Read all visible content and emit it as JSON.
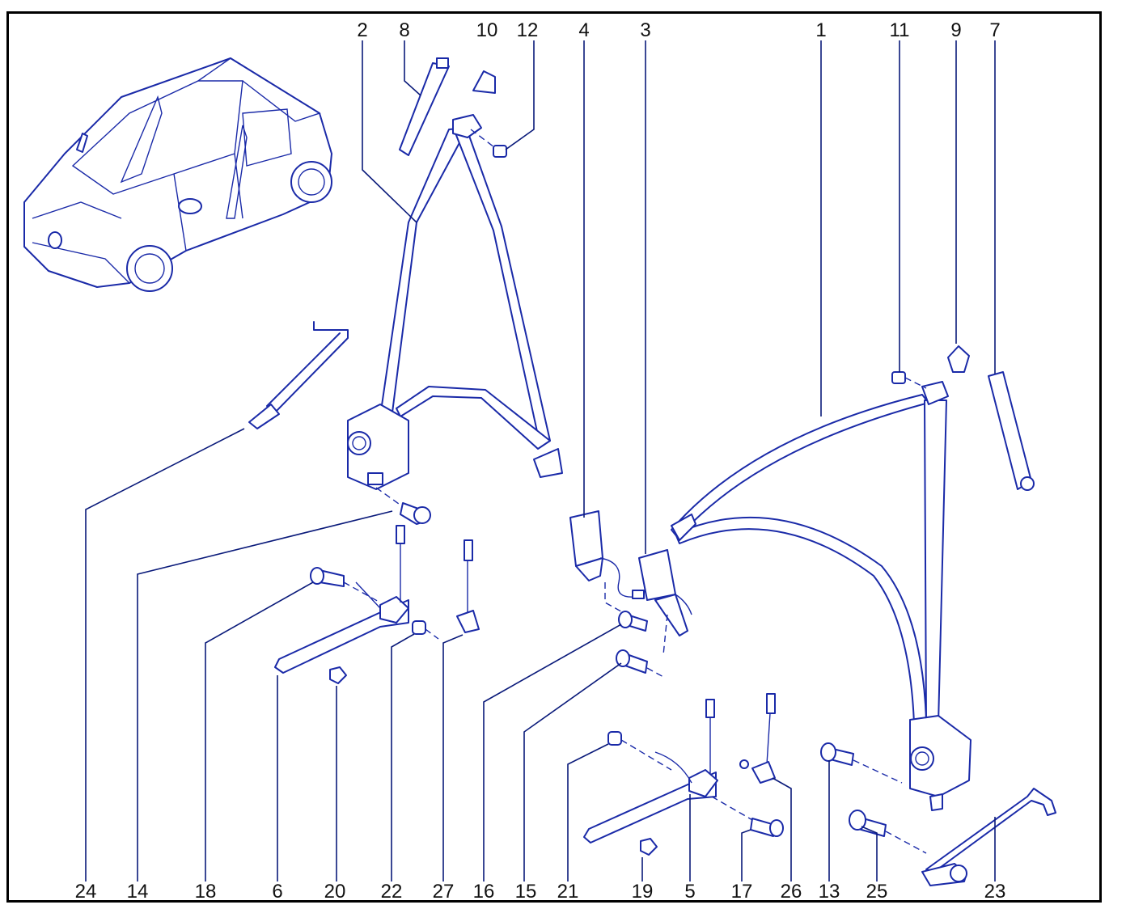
{
  "diagram": {
    "top_labels": [
      "2",
      "8",
      "10",
      "12",
      "4",
      "3",
      "1",
      "11",
      "9",
      "7"
    ],
    "bottom_labels": [
      "24",
      "14",
      "18",
      "6",
      "20",
      "22",
      "27",
      "16",
      "15",
      "21",
      "19",
      "5",
      "17",
      "26",
      "13",
      "25",
      "23"
    ],
    "colors": {
      "line": "#1a2aa8",
      "frame": "#000000",
      "label": "#111111"
    }
  }
}
